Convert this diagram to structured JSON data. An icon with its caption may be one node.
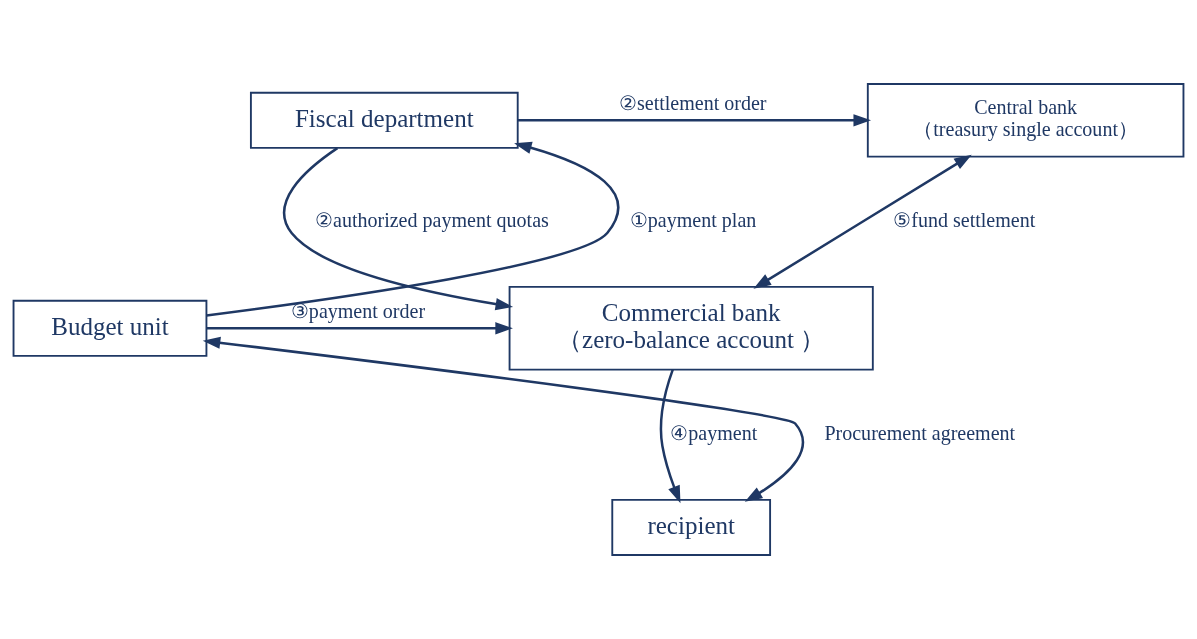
{
  "diagram": {
    "nodes": [
      {
        "text": [
          "Fiscal department"
        ]
      },
      {
        "text": [
          "Central bank",
          "（treasury single account）"
        ]
      },
      {
        "text": [
          "Budget unit"
        ]
      },
      {
        "text": [
          "Commercial bank",
          "（zero-balance account ）"
        ]
      },
      {
        "text": [
          "recipient"
        ]
      }
    ],
    "edges": [
      {
        "from": 2,
        "to": 0,
        "arrow": "to",
        "label": "①payment plan"
      },
      {
        "from": 0,
        "to": 1,
        "arrow": "to",
        "label": "②settlement order"
      },
      {
        "from": 0,
        "to": 3,
        "arrow": "to",
        "label": "②authorized payment quotas"
      },
      {
        "from": 2,
        "to": 3,
        "arrow": "to",
        "label": "③payment order"
      },
      {
        "from": 3,
        "to": 4,
        "arrow": "to",
        "label": "④payment"
      },
      {
        "from": 1,
        "to": 3,
        "arrow": "both",
        "label": "⑤fund settlement"
      },
      {
        "from": 4,
        "to": 2,
        "arrow": "both",
        "label": "Procurement agreement"
      }
    ]
  }
}
